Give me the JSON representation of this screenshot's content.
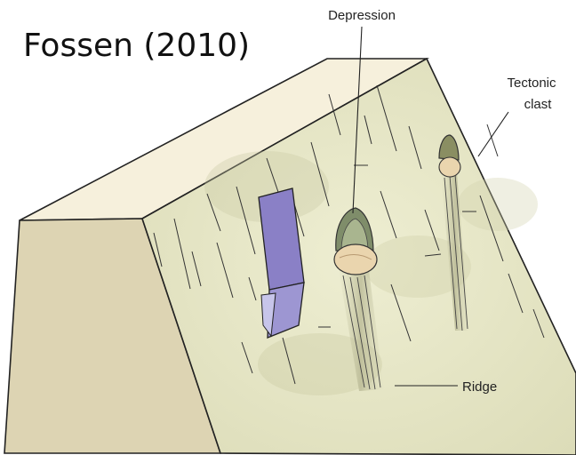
{
  "credit": "Fossen (2010)",
  "labels": {
    "depression": "Depression",
    "tectonic_line1": "Tectonic",
    "tectonic_line2": "clast",
    "ridge": "Ridge"
  },
  "colors": {
    "slip_surface": "#e7e7c6",
    "block_side": "#ddd4b3",
    "block_top": "#f6f0dc",
    "outline": "#222222",
    "offset_marker": "#8a80c6",
    "clast": "#ead5ae"
  }
}
